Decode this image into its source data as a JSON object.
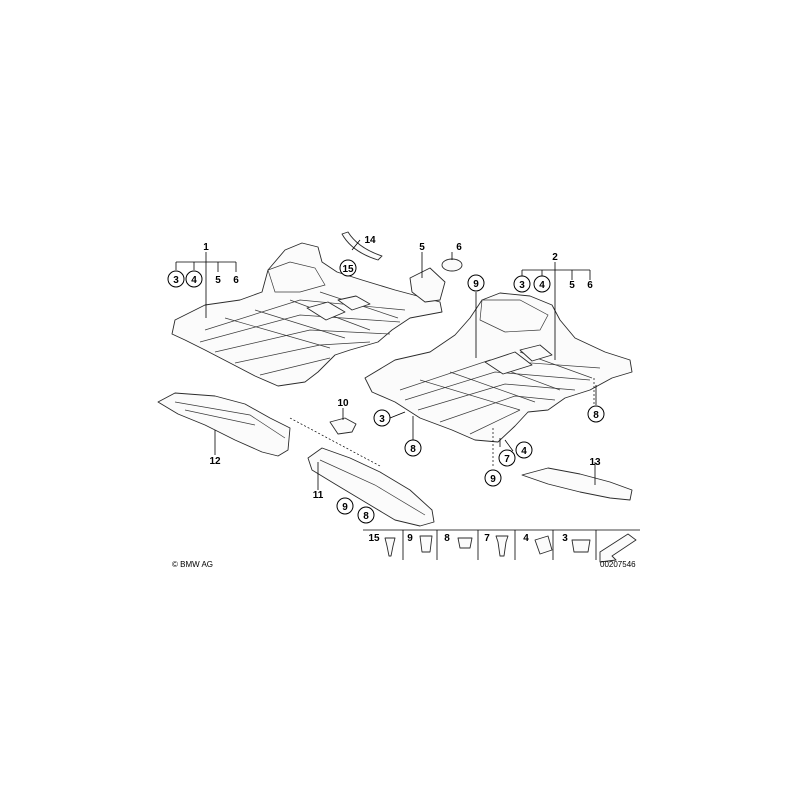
{
  "callouts": [
    {
      "id": "c1",
      "text": "1",
      "circled": false
    },
    {
      "id": "c1-3",
      "text": "3",
      "circled": true
    },
    {
      "id": "c1-4",
      "text": "4",
      "circled": true
    },
    {
      "id": "c1-5",
      "text": "5",
      "circled": false
    },
    {
      "id": "c1-6",
      "text": "6",
      "circled": false
    },
    {
      "id": "c14",
      "text": "14",
      "circled": false
    },
    {
      "id": "c15",
      "text": "15",
      "circled": true
    },
    {
      "id": "c5",
      "text": "5",
      "circled": false
    },
    {
      "id": "c6",
      "text": "6",
      "circled": false
    },
    {
      "id": "c9a",
      "text": "9",
      "circled": true
    },
    {
      "id": "c2",
      "text": "2",
      "circled": false
    },
    {
      "id": "c2-3",
      "text": "3",
      "circled": true
    },
    {
      "id": "c2-4",
      "text": "4",
      "circled": true
    },
    {
      "id": "c2-5",
      "text": "5",
      "circled": false
    },
    {
      "id": "c2-6",
      "text": "6",
      "circled": false
    },
    {
      "id": "c10",
      "text": "10",
      "circled": false
    },
    {
      "id": "c3",
      "text": "3",
      "circled": true
    },
    {
      "id": "c8a",
      "text": "8",
      "circled": true
    },
    {
      "id": "c8b",
      "text": "8",
      "circled": true
    },
    {
      "id": "c7",
      "text": "7",
      "circled": true
    },
    {
      "id": "c4",
      "text": "4",
      "circled": true
    },
    {
      "id": "c9b",
      "text": "9",
      "circled": true
    },
    {
      "id": "c12",
      "text": "12",
      "circled": false
    },
    {
      "id": "c13",
      "text": "13",
      "circled": false
    },
    {
      "id": "c11",
      "text": "11",
      "circled": false
    },
    {
      "id": "c9c",
      "text": "9",
      "circled": true
    },
    {
      "id": "c8c",
      "text": "8",
      "circled": true
    }
  ],
  "fastener_strip": [
    "15",
    "9",
    "8",
    "7",
    "4",
    "3"
  ],
  "copyright": "© BMW AG",
  "part_number": "00207546"
}
